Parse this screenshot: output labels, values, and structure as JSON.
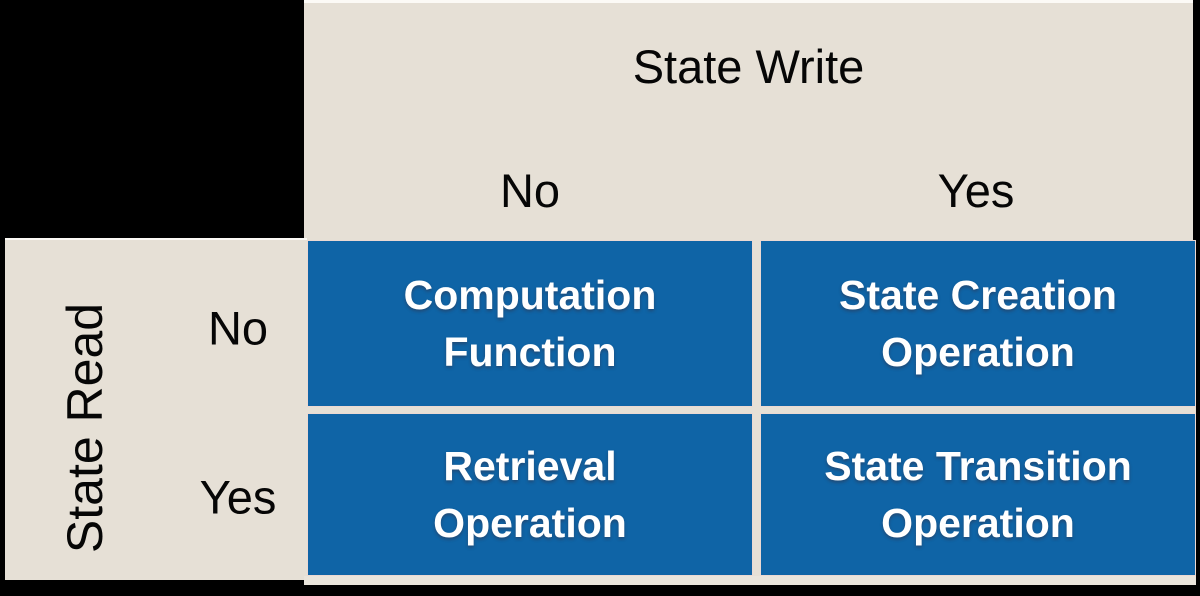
{
  "diagram": {
    "type": "2x2-matrix",
    "colors": {
      "background": "#000000",
      "header_panel": "#E6E0D6",
      "cell_fill": "#0F64A6",
      "header_text": "#060606",
      "cell_text": "#FFFFFF"
    },
    "top_header": {
      "title": "State Write",
      "columns": [
        "No",
        "Yes"
      ]
    },
    "left_header": {
      "title": "State Read",
      "rows": [
        "No",
        "Yes"
      ]
    },
    "cells": [
      {
        "state_read": "No",
        "state_write": "No",
        "line1": "Computation",
        "line2": "Function"
      },
      {
        "state_read": "No",
        "state_write": "Yes",
        "line1": "State Creation",
        "line2": "Operation"
      },
      {
        "state_read": "Yes",
        "state_write": "No",
        "line1": "Retrieval",
        "line2": "Operation"
      },
      {
        "state_read": "Yes",
        "state_write": "Yes",
        "line1": "State Transition",
        "line2": "Operation"
      }
    ]
  }
}
